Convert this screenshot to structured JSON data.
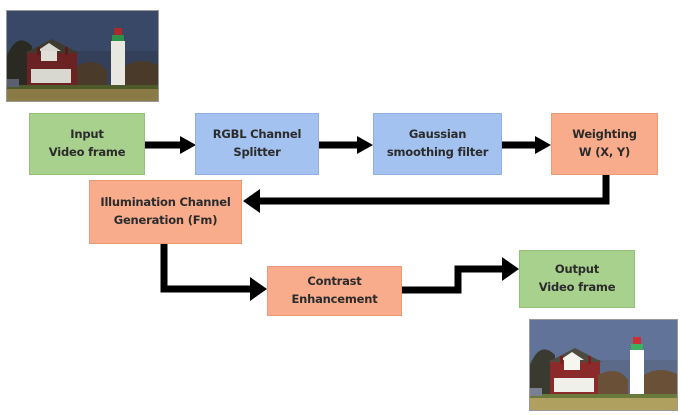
{
  "diagram": {
    "title": "Video frame contrast enhancement pipeline",
    "nodes": [
      {
        "id": "input",
        "line1": "Input",
        "line2": "Video frame",
        "color": "#a9d18e"
      },
      {
        "id": "splitter",
        "line1": "RGBL Channel",
        "line2": "Splitter",
        "color": "#a4c2f0"
      },
      {
        "id": "gaussian",
        "line1": "Gaussian",
        "line2": "smoothing filter",
        "color": "#a4c2f0"
      },
      {
        "id": "weighting",
        "line1": "Weighting",
        "line2": "W (X, Y)",
        "color": "#f8ac8c"
      },
      {
        "id": "illumination",
        "line1": "Illumination Channel",
        "line2": "Generation (Fm)",
        "color": "#f8ac8c"
      },
      {
        "id": "contrast",
        "line1": "Contrast",
        "line2": "Enhancement",
        "color": "#f8ac8c"
      },
      {
        "id": "output",
        "line1": "Output",
        "line2": "Video frame",
        "color": "#a9d18e"
      }
    ],
    "edges": [
      {
        "from": "input",
        "to": "splitter"
      },
      {
        "from": "splitter",
        "to": "gaussian"
      },
      {
        "from": "gaussian",
        "to": "weighting"
      },
      {
        "from": "weighting",
        "to": "illumination"
      },
      {
        "from": "illumination",
        "to": "contrast"
      },
      {
        "from": "contrast",
        "to": "output"
      }
    ],
    "images": {
      "input_image": "dark lighthouse scene (input frame)",
      "output_image": "enhanced lighthouse scene (output frame)"
    }
  }
}
